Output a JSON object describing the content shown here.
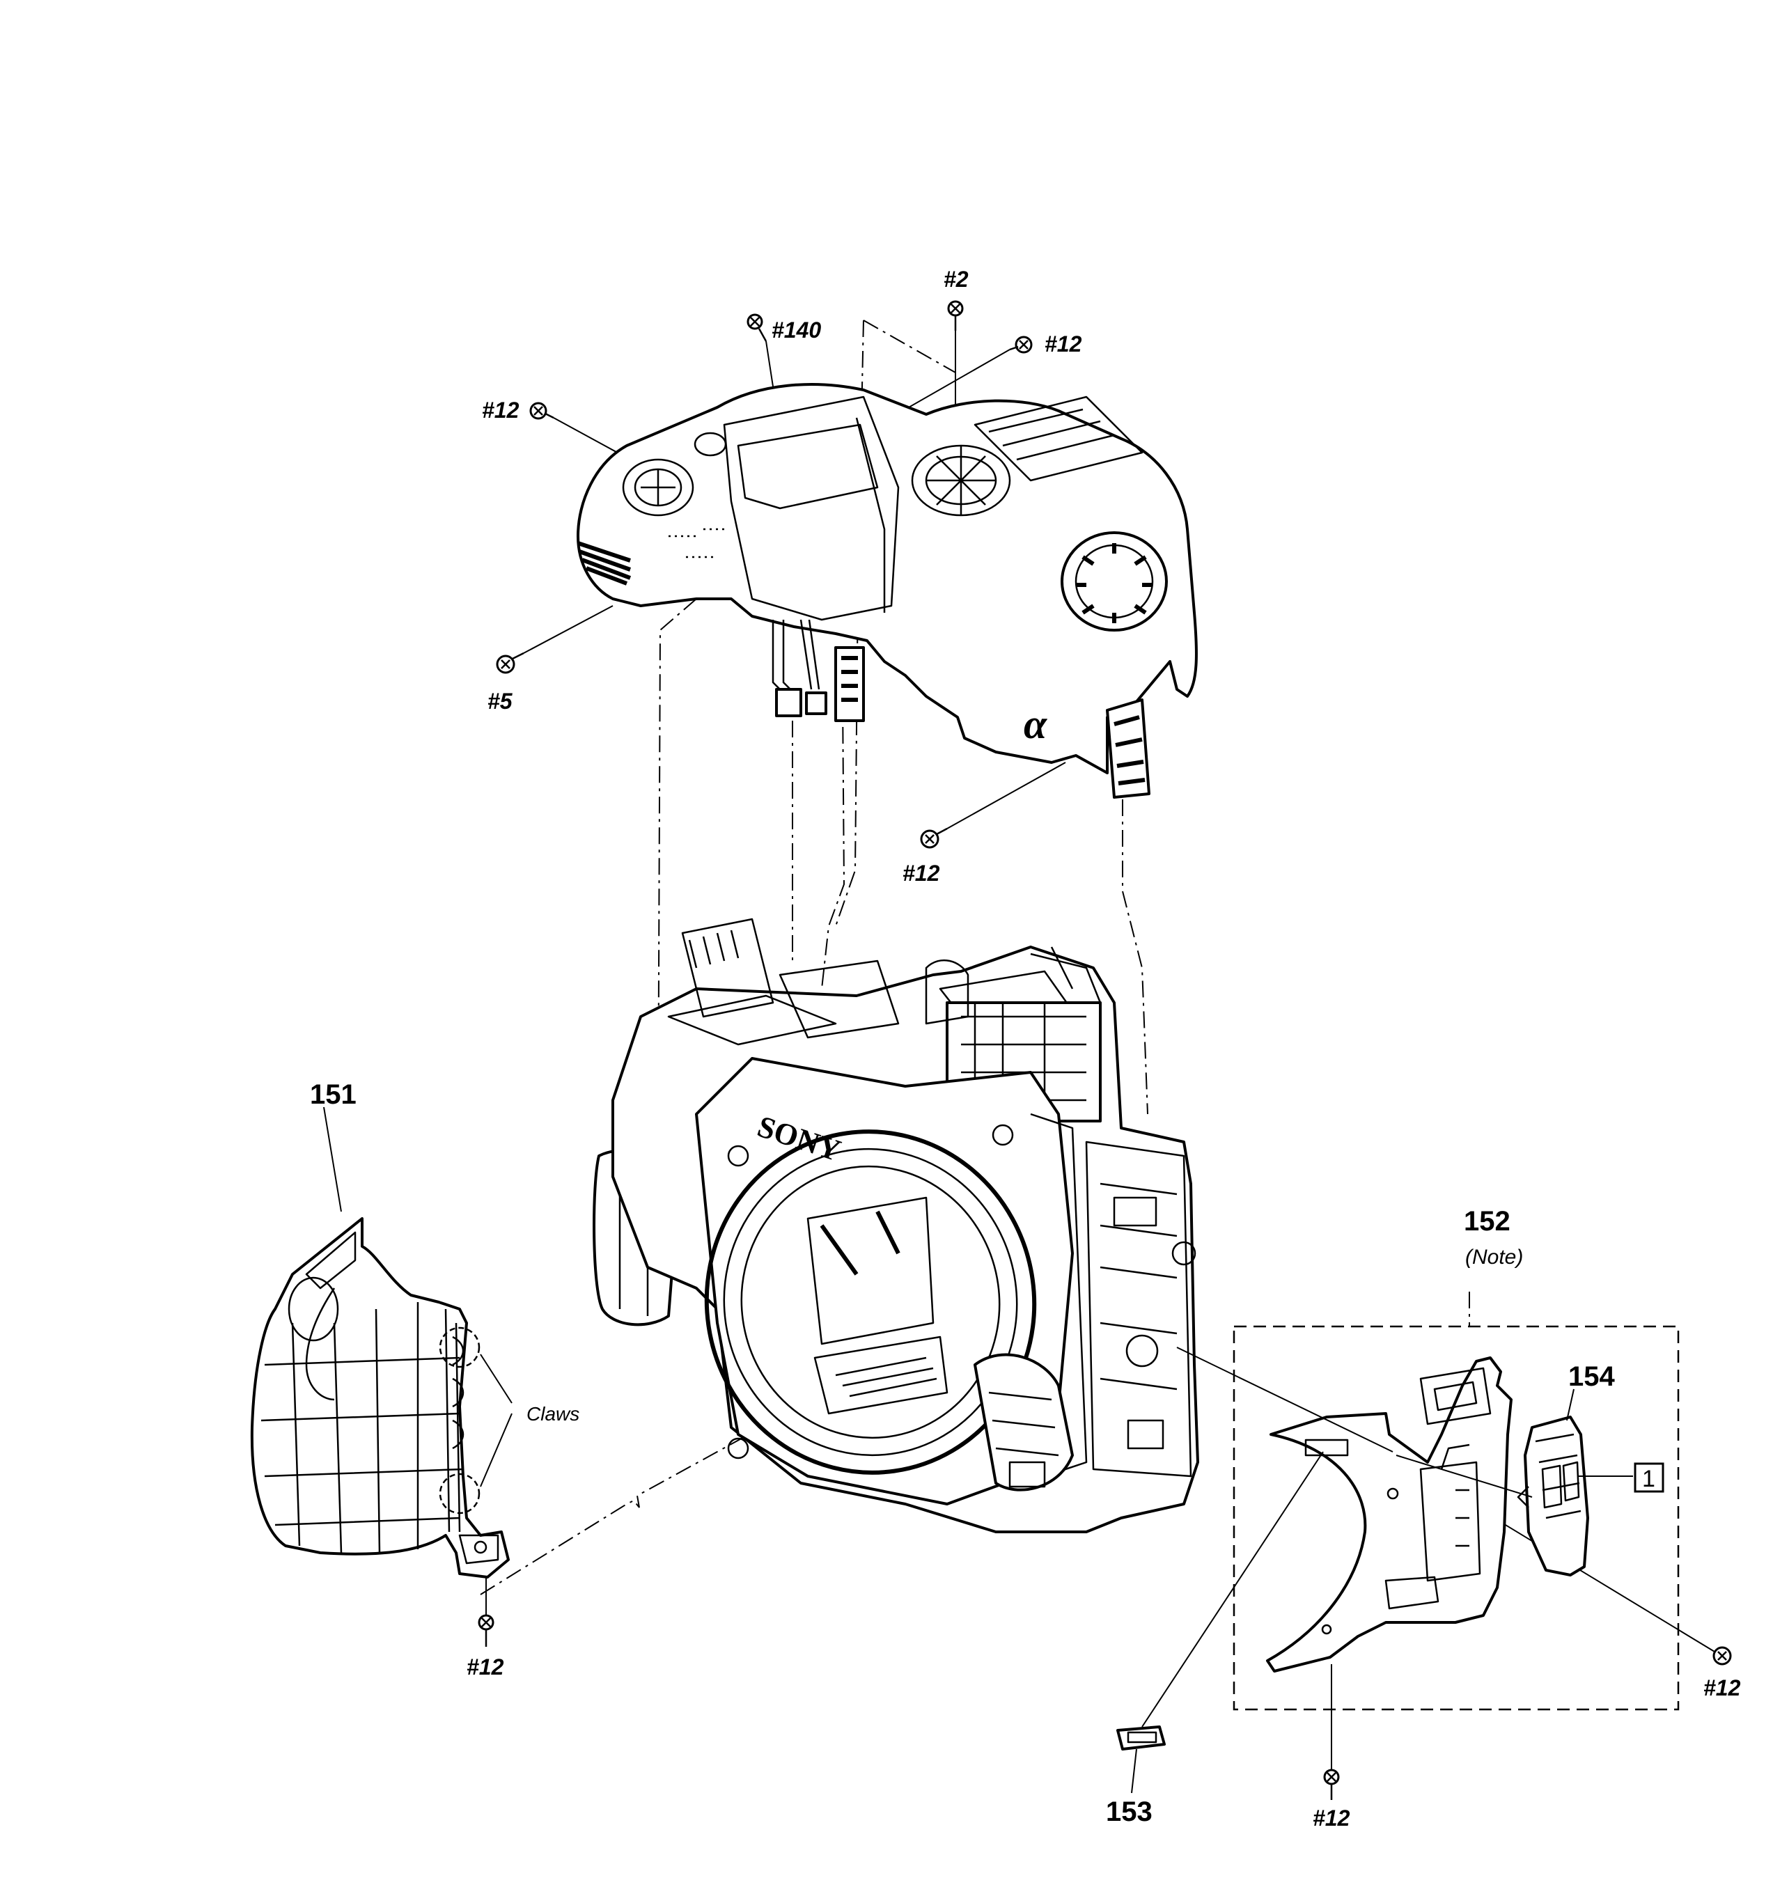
{
  "labels": {
    "screw_2": "#2",
    "screw_140": "#140",
    "screw_12": "#12",
    "screw_5": "#5",
    "part_151": "151",
    "part_152": "152",
    "part_153": "153",
    "part_154": "154",
    "note": "(Note)",
    "claws": "Claws",
    "ref_box": "1"
  },
  "markings": {
    "alpha": "α",
    "brand": "SONY"
  },
  "icons": [
    "screw-icon",
    "claw-detail-icon"
  ]
}
